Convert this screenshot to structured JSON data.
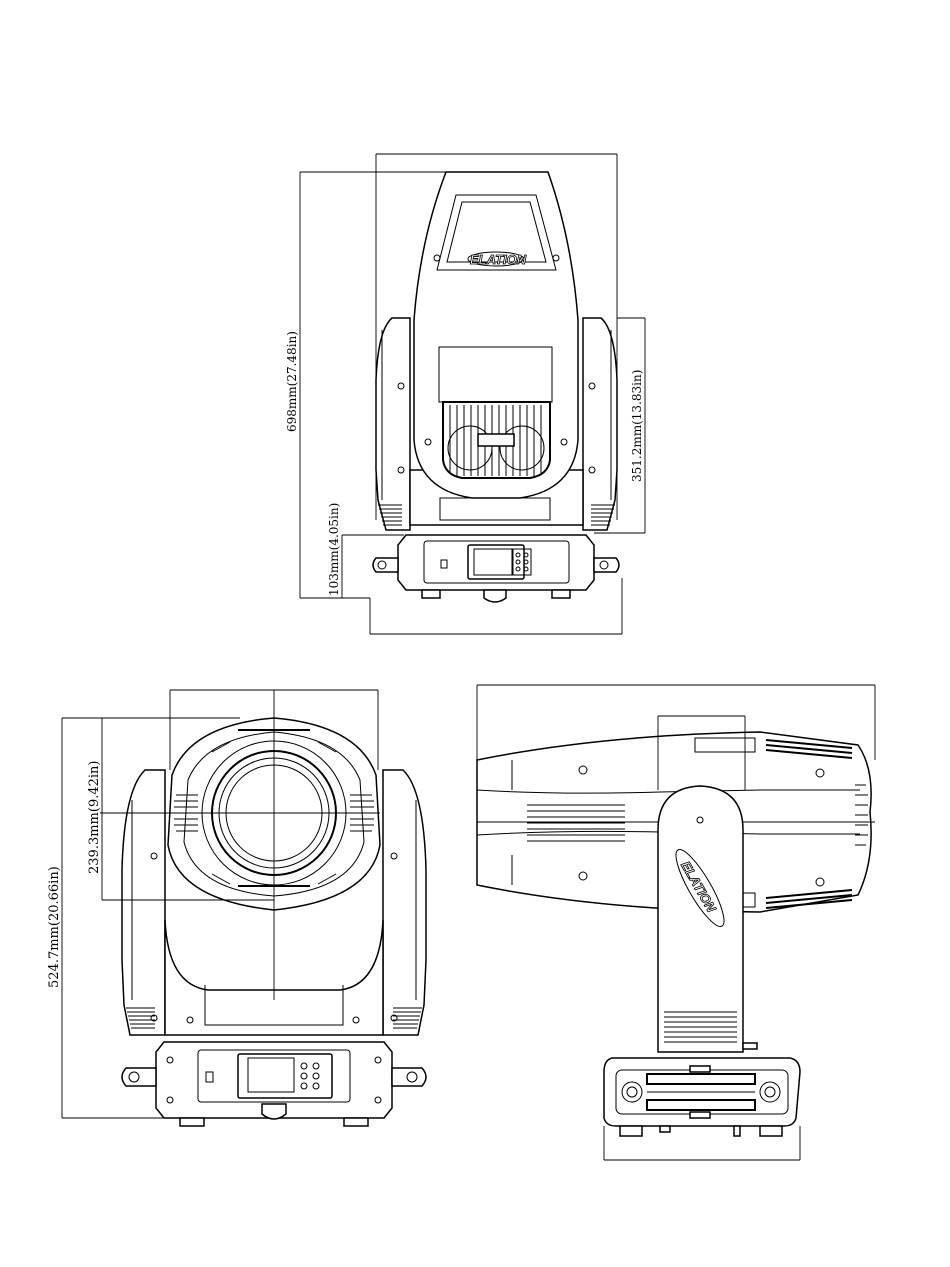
{
  "dimensions": {
    "front_height": "698mm(27.48in)",
    "arm_height": "351.2mm(13.83in)",
    "base_height": "103mm(4.05in)",
    "top_height": "524.7mm(20.66in)",
    "head_height": "239.3mm(9.42in)"
  },
  "brand": {
    "logo_front": "ELATION",
    "logo_side": "ELATION"
  }
}
